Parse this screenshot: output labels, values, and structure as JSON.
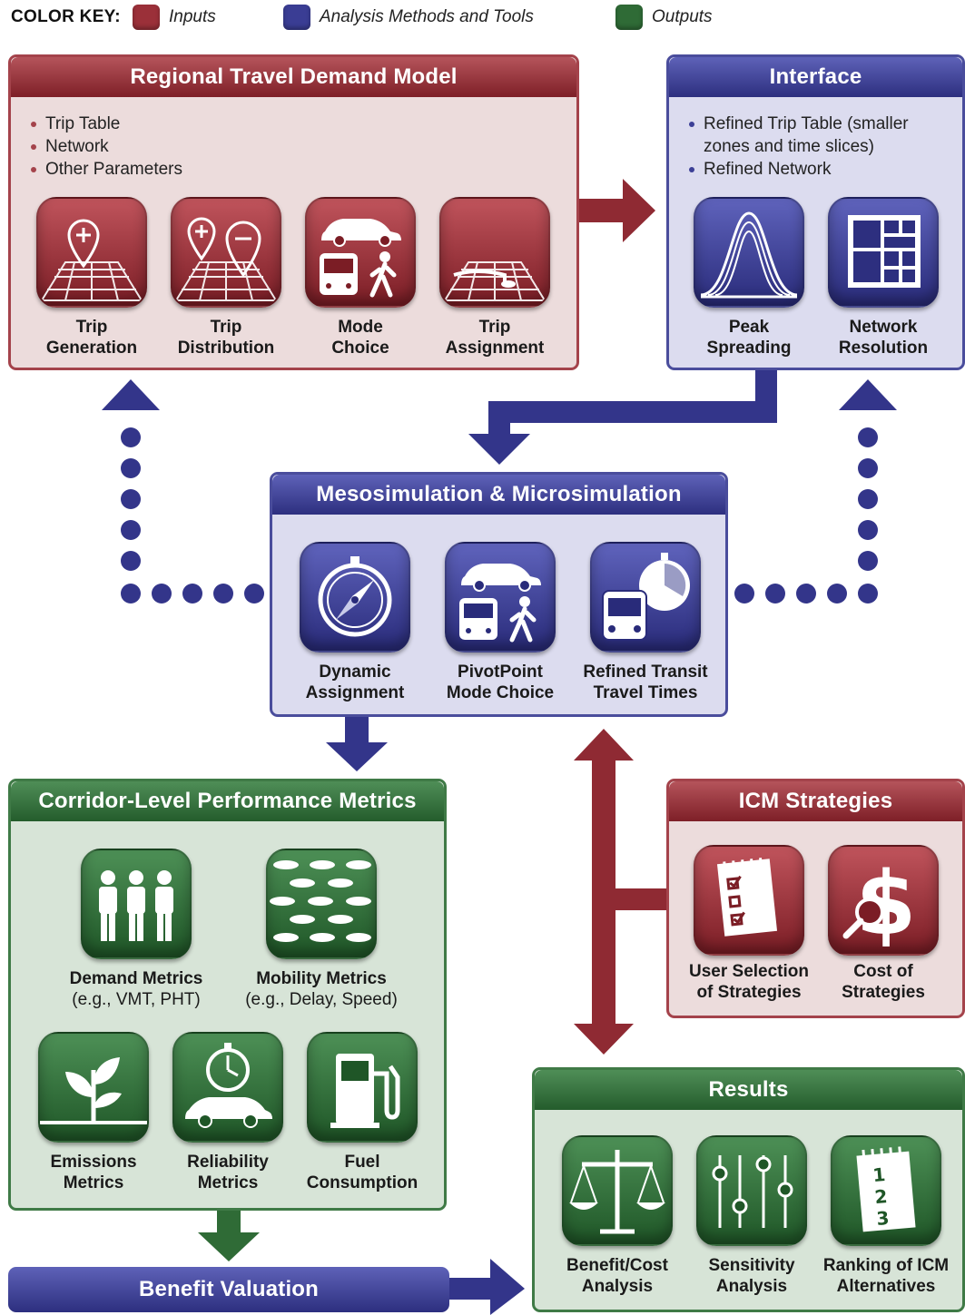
{
  "color_key": {
    "title": "COLOR KEY:",
    "items": [
      {
        "label": "Inputs",
        "color": "#9b3039"
      },
      {
        "label": "Analysis Methods and Tools",
        "color": "#3a3d94"
      },
      {
        "label": "Outputs",
        "color": "#2f6b36"
      }
    ]
  },
  "regional": {
    "title": "Regional Travel Demand Model",
    "bullets": [
      "Trip Table",
      "Network",
      "Other Parameters"
    ],
    "items": [
      {
        "line1": "Trip",
        "line2": "Generation",
        "icon": "trip-generation-icon"
      },
      {
        "line1": "Trip",
        "line2": "Distribution",
        "icon": "trip-distribution-icon"
      },
      {
        "line1": "Mode",
        "line2": "Choice",
        "icon": "mode-choice-icon"
      },
      {
        "line1": "Trip",
        "line2": "Assignment",
        "icon": "trip-assignment-icon"
      }
    ]
  },
  "interface": {
    "title": "Interface",
    "bullets": [
      "Refined Trip Table (smaller zones and time slices)",
      "Refined Network"
    ],
    "items": [
      {
        "line1": "Peak",
        "line2": "Spreading",
        "icon": "bell-curve-icon"
      },
      {
        "line1": "Network",
        "line2": "Resolution",
        "icon": "grid-icon"
      }
    ]
  },
  "meso": {
    "title": "Mesosimulation & Microsimulation",
    "items": [
      {
        "line1": "Dynamic",
        "line2": "Assignment",
        "icon": "compass-icon"
      },
      {
        "line1": "PivotPoint",
        "line2": "Mode Choice",
        "icon": "mode-choice-icon"
      },
      {
        "line1": "Refined Transit",
        "line2": "Travel Times",
        "icon": "bus-stopwatch-icon"
      }
    ]
  },
  "corridor": {
    "title": "Corridor-Level Performance Metrics",
    "items": [
      {
        "line1": "Demand Metrics",
        "line2": "(e.g., VMT, PHT)",
        "icon": "people-icon"
      },
      {
        "line1": "Mobility Metrics",
        "line2": "(e.g., Delay, Speed)",
        "icon": "traffic-icon"
      },
      {
        "line1": "Emissions",
        "line2": "Metrics",
        "icon": "plant-icon"
      },
      {
        "line1": "Reliability",
        "line2": "Metrics",
        "icon": "stopwatch-car-icon"
      },
      {
        "line1": "Fuel",
        "line2": "Consumption",
        "icon": "fuel-pump-icon"
      }
    ]
  },
  "icm": {
    "title": "ICM Strategies",
    "items": [
      {
        "line1": "User Selection",
        "line2": "of Strategies",
        "icon": "checklist-icon"
      },
      {
        "line1": "Cost of",
        "line2": "Strategies",
        "icon": "dollar-magnifier-icon"
      }
    ]
  },
  "results": {
    "title": "Results",
    "items": [
      {
        "line1": "Benefit/Cost",
        "line2": "Analysis",
        "icon": "scale-icon"
      },
      {
        "line1": "Sensitivity",
        "line2": "Analysis",
        "icon": "sliders-icon"
      },
      {
        "line1": "Ranking of ICM",
        "line2": "Alternatives",
        "icon": "ranking-list-icon"
      }
    ]
  },
  "benefit": {
    "title": "Benefit Valuation"
  }
}
